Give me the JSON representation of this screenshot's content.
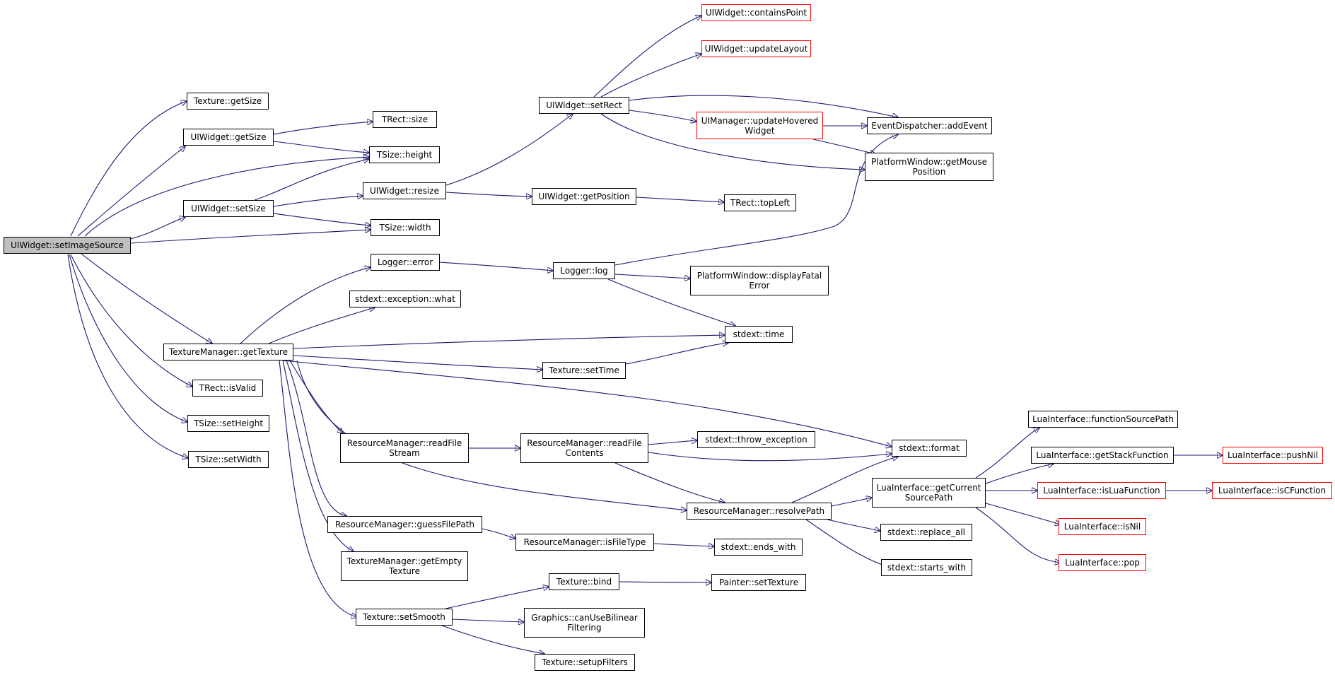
{
  "colors": {
    "edge": "#191970",
    "node_border": "#000000",
    "truncated_border": "#ff0000",
    "root_fill": "#bfbfbf",
    "background": "#ffffff"
  },
  "nodes": {
    "setImageSource": "UIWidget::setImageSource",
    "textureGetSize": "Texture::getSize",
    "widgetGetSize": "UIWidget::getSize",
    "trectSize": "TRect::size",
    "tsizeHeight": "TSize::height",
    "widgetSetSize": "UIWidget::setSize",
    "widgetResize": "UIWidget::resize",
    "tsizeWidth": "TSize::width",
    "containsPoint": "UIWidget::containsPoint",
    "updateLayout": "UIWidget::updateLayout",
    "setRect": "UIWidget::setRect",
    "updateHovered": "UIManager::updateHovered\nWidget",
    "addEvent": "EventDispatcher::addEvent",
    "getMousePosition": "PlatformWindow::getMouse\nPosition",
    "getPosition": "UIWidget::getPosition",
    "topLeft": "TRect::topLeft",
    "loggerError": "Logger::error",
    "loggerLog": "Logger::log",
    "displayFatalError": "PlatformWindow::displayFatal\nError",
    "exceptionWhat": "stdext::exception::what",
    "stdextTime": "stdext::time",
    "getTexture": "TextureManager::getTexture",
    "textureSetTime": "Texture::setTime",
    "trectIsValid": "TRect::isValid",
    "tsizeSetHeight": "TSize::setHeight",
    "tsizeSetWidth": "TSize::setWidth",
    "readFileStream": "ResourceManager::readFile\nStream",
    "readFileContents": "ResourceManager::readFile\nContents",
    "throwException": "stdext::throw_exception",
    "stdextFormat": "stdext::format",
    "functionSourcePath": "LuaInterface::functionSourcePath",
    "getStackFunction": "LuaInterface::getStackFunction",
    "pushNil": "LuaInterface::pushNil",
    "getCurrentSourcePath": "LuaInterface::getCurrent\nSourcePath",
    "isLuaFunction": "LuaInterface::isLuaFunction",
    "isCFunction": "LuaInterface::isCFunction",
    "resolvePath": "ResourceManager::resolvePath",
    "isNil": "LuaInterface::isNil",
    "guessFilePath": "ResourceManager::guessFilePath",
    "isFileType": "ResourceManager::isFileType",
    "endsWith": "stdext::ends_with",
    "replaceAll": "stdext::replace_all",
    "getEmptyTexture": "TextureManager::getEmpty\nTexture",
    "luaPop": "LuaInterface::pop",
    "startsWith": "stdext::starts_with",
    "textureBind": "Texture::bind",
    "setTexture": "Painter::setTexture",
    "setSmooth": "Texture::setSmooth",
    "canUseBilinear": "Graphics::canUseBilinear\nFiltering",
    "setupFilters": "Texture::setupFilters"
  }
}
